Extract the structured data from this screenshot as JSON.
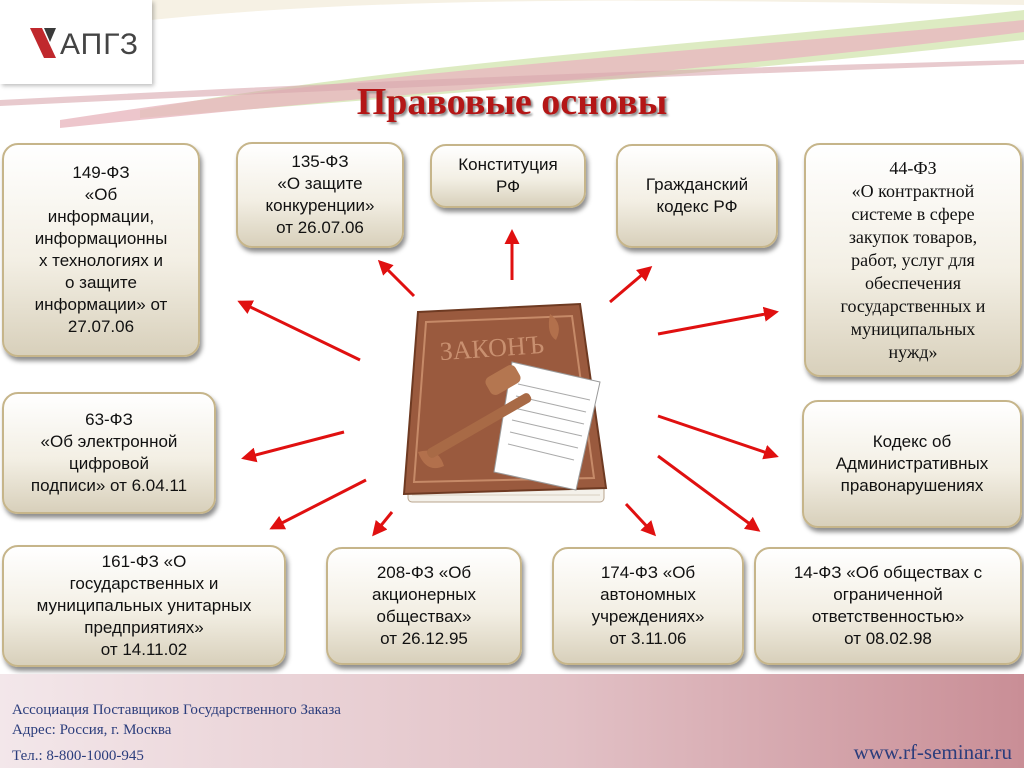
{
  "logo": {
    "text": "АПГЗ"
  },
  "title": "Правовые основы",
  "boxes": {
    "fz149": "149-ФЗ\n«Об\nинформации,\nинформационны\nх технологиях и\nо защите\nинформации» от\n27.07.06",
    "fz135": "135-ФЗ\n«О защите\nконкуренции»\nот 26.07.06",
    "constitution": "Конституция\nРФ",
    "civil_code": "Гражданский\nкодекс РФ",
    "fz44": "44-ФЗ\n«О контрактной\nсистеме в сфере\nзакупок товаров,\nработ, услуг для\nобеспечения\nгосударственных и\nмуниципальных\nнужд»",
    "fz63": "63-ФЗ\n«Об электронной\nцифровой\nподписи» от 6.04.11",
    "admin_code": "Кодекс об\nАдминистративных\nправонарушениях",
    "fz161": "161-ФЗ «О\nгосударственных и\nмуниципальных унитарных\nпредприятиях»\nот 14.11.02",
    "fz208": "208-ФЗ «Об\nакционерных\nобществах»\nот 26.12.95",
    "fz174": "174-ФЗ «Об\nавтономных\nучреждениях»\nот 3.11.06",
    "fz14": "14-ФЗ «Об обществах с\nограниченной\nответственностью»\nот 08.02.98"
  },
  "book": {
    "cover_text": "ЗАКОНЪ"
  },
  "footer": {
    "association": "Ассоциация Поставщиков Государственного Заказа",
    "address": "Адрес: Россия, г. Москва",
    "phone": "Тел.: 8-800-1000-945",
    "website": "www.rf-seminar.ru"
  },
  "colors": {
    "title": "#b41616",
    "arrow": "#e01010",
    "footer_text": "#2b3d7c",
    "box_border": "#c6b58a"
  }
}
